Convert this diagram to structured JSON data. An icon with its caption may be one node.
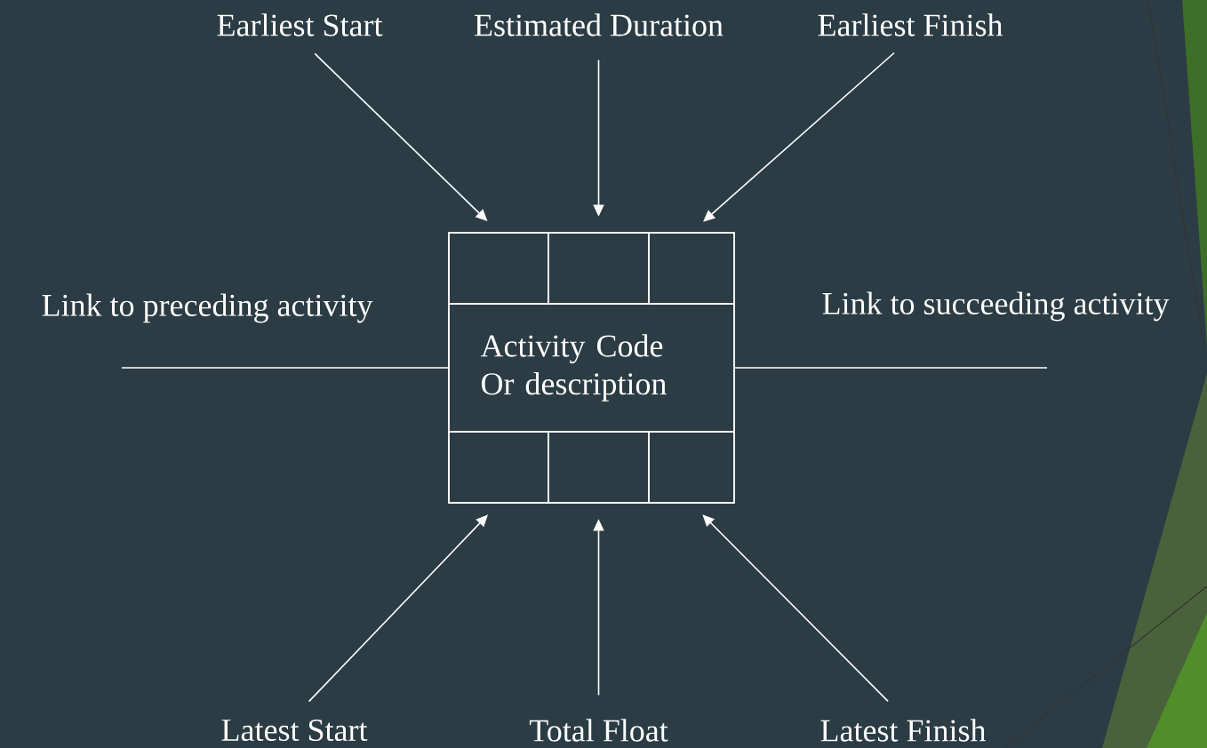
{
  "diagram": {
    "nodes": [
      {
        "text": [],
        "shape": "box"
      },
      {
        "text": [],
        "shape": "box",
        "in": 0
      },
      {
        "text": [],
        "shape": "box",
        "in": 0
      },
      {
        "text": [],
        "shape": "box",
        "in": 0
      },
      {
        "text": [
          "Activity Code Or description"
        ],
        "in": 0
      },
      {
        "text": [],
        "shape": "box",
        "in": 0
      },
      {
        "text": [],
        "shape": "box",
        "in": 0
      },
      {
        "text": [],
        "shape": "box",
        "in": 0
      },
      {
        "text": [
          "Earliest Start"
        ]
      },
      {
        "text": [
          "Estimated Duration"
        ]
      },
      {
        "text": [
          "Earliest Finish"
        ]
      },
      {
        "text": [
          "Latest Start"
        ]
      },
      {
        "text": [
          "Total Float"
        ]
      },
      {
        "text": [
          "Latest Finish"
        ]
      }
    ],
    "edges": [
      {
        "from": 8,
        "to": 1,
        "arrow": "to"
      },
      {
        "from": 9,
        "to": 2,
        "arrow": "to"
      },
      {
        "from": 10,
        "to": 3,
        "arrow": "to"
      },
      {
        "from": 11,
        "to": 5,
        "arrow": "to"
      },
      {
        "from": 12,
        "to": 6,
        "arrow": "to"
      },
      {
        "from": 13,
        "to": 7,
        "arrow": "to"
      },
      {
        "from": null,
        "to": 4,
        "arrow": "none",
        "label": "Link to preceding activity"
      },
      {
        "from": 4,
        "to": null,
        "arrow": "none",
        "label": "Link to succeeding activity"
      }
    ]
  }
}
